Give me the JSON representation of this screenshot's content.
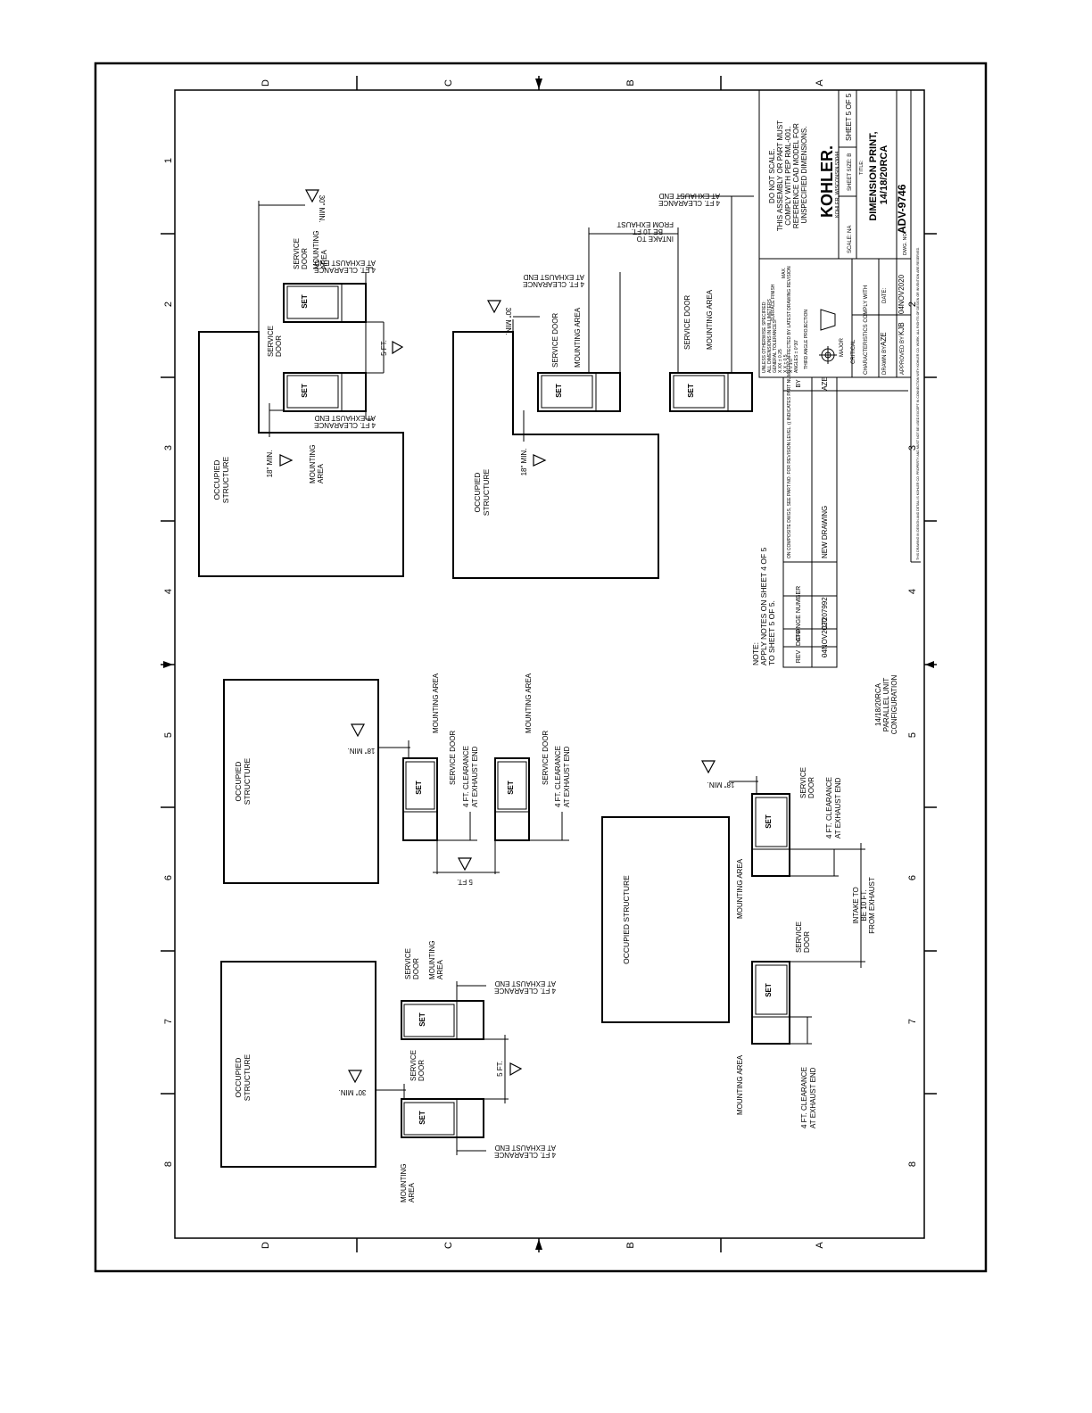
{
  "zones": {
    "rows": [
      "D",
      "C",
      "B",
      "A"
    ],
    "cols": [
      "1",
      "2",
      "3",
      "4",
      "5",
      "6",
      "7",
      "8"
    ]
  },
  "labels": {
    "occupied": "OCCUPIED",
    "structure": "STRUCTURE",
    "occupied_structure": "OCCUPIED STRUCTURE",
    "set": "SET",
    "service": "SERVICE",
    "door": "DOOR",
    "service_door": "SERVICE DOOR",
    "mounting": "MOUNTING",
    "area": "AREA",
    "mounting_area": "MOUNTING AREA",
    "clearance_line1": "4 FT. CLEARANCE",
    "clearance_line2": "AT EXHAUST END",
    "min_18": "18\" MIN.",
    "min_30": "30\" MIN.",
    "five_ft": "5 FT.",
    "intake_line1": "INTAKE TO",
    "intake_line2": "BE 10 FT.",
    "intake_line3": "FROM EXHAUST",
    "note_symbol": "4"
  },
  "config_label": [
    "14/18/20RCA",
    "PARALLEL UNIT",
    "CONFIGURATION"
  ],
  "note": [
    "NOTE:",
    "APPLY NOTES ON SHEET 4 OF 5",
    "TO SHEET 5 OF 5."
  ],
  "revision_table": {
    "headers": [
      "REV",
      "DATE",
      "CHANGE NUMBER",
      "ON COMPOSITE DWGS, SEE PART NO. FOR REVISION LEVEL. (( INDICATES PART NUMBERS AFFECTED BY LATEST DRAWING REVISION",
      "BY"
    ],
    "row": [
      "-",
      "04NOV2020",
      "CT207992",
      "NEW DRAWING",
      "AZE"
    ]
  },
  "tolerances": {
    "lines": [
      "UNLESS OTHERWISE SPECIFIED:",
      "ALL DIMENSIONS IN MILLIMETERS",
      "GENERAL TOLERANCES:",
      "X.XX ± 0.25",
      "X.X ± 0.5",
      "X ± 1.0",
      "ANGLES ± 0°30'"
    ],
    "surface_finish": "SURFACE FINISH",
    "max": "MAX.",
    "projection": "THIRD ANGLE PROJECTION",
    "major": "MAJOR",
    "critical": "CRITICAL",
    "characteristics": "CHARACTERISTICS COMPLY WITH",
    "drawn_by": "DRAWN BY",
    "drawn_by_value": "AZE",
    "approved_by": "APPROVED BY",
    "approved_by_value": "KJB",
    "date": "DATE:",
    "date_value": "04NOV2020"
  },
  "title_block": {
    "do_not_scale": [
      "DO NOT SCALE.",
      "THIS ASSEMBLY OR PART MUST",
      "COMPLY WITH PEP RML-001.",
      "REFERENCE CAD MODEL FOR",
      "UNSPECIFIED DIMENSIONS."
    ],
    "company": "KOHLER.",
    "company_address": "KOHLER, WISCONSIN 53044",
    "scale": "SCALE: NA",
    "sheet_size": "SHEET SIZE: B",
    "sheet": "SHEET 5 OF 5",
    "title_label": "TITLE:",
    "title_line1": "DIMENSION PRINT,",
    "title_line2": "14/18/20RCA",
    "dwg_no_label": "DWG. NO.:",
    "dwg_no": "ADV-9746",
    "disclaimer": "THIS DRAWING IN DESIGN AND DETAIL IS KOHLER CO. PROPERTY AND MUST NOT BE USED EXCEPT IN CONNECTION WITH KOHLER CO. WORK. ALL RIGHTS OF DESIGN OR INVENTION ARE RESERVED."
  }
}
